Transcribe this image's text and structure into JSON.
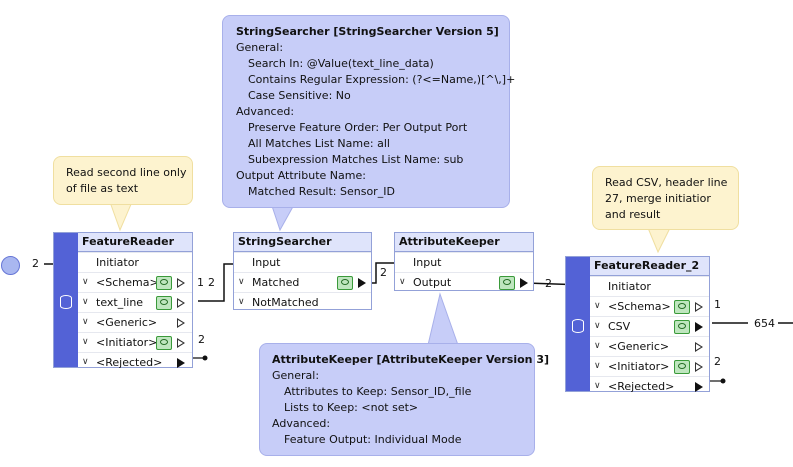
{
  "tooltip_stringsearcher": {
    "title": "StringSearcher [StringSearcher Version 5]",
    "lines": [
      {
        "text": "General:",
        "indent": false
      },
      {
        "text": "Search In: @Value(text_line_data)",
        "indent": true
      },
      {
        "text": "Contains Regular Expression: (?<=Name,)[^\\,]+",
        "indent": true
      },
      {
        "text": "Case Sensitive: No",
        "indent": true
      },
      {
        "text": "Advanced:",
        "indent": false
      },
      {
        "text": "Preserve Feature Order: Per Output Port",
        "indent": true
      },
      {
        "text": "All Matches List Name: all",
        "indent": true
      },
      {
        "text": "Subexpression Matches List Name: sub",
        "indent": true
      },
      {
        "text": "Output Attribute Name:",
        "indent": false
      },
      {
        "text": "Matched Result: Sensor_ID",
        "indent": true
      }
    ]
  },
  "tooltip_attributekeeper": {
    "title": "AttributeKeeper [AttributeKeeper Version 3]",
    "lines": [
      {
        "text": "General:",
        "indent": false
      },
      {
        "text": "Attributes to Keep: Sensor_ID,_file",
        "indent": true
      },
      {
        "text": "Lists to Keep: <not set>",
        "indent": true
      },
      {
        "text": "Advanced:",
        "indent": false
      },
      {
        "text": "Feature Output: Individual Mode",
        "indent": true
      }
    ]
  },
  "note_reader1": {
    "line1": "Read second line only",
    "line2": "of file as text"
  },
  "note_reader2": {
    "line1": "Read CSV, header line",
    "line2": "27, merge initiatior",
    "line3": "and result"
  },
  "creator": {
    "count": "2"
  },
  "featurereader": {
    "title": "FeatureReader",
    "initiator": "Initiator",
    "rows": {
      "schema": "<Schema>",
      "text_line": "text_line",
      "generic": "<Generic>",
      "initiator_out": "<Initiator>",
      "rejected": "<Rejected>"
    }
  },
  "stringsearcher": {
    "title": "StringSearcher",
    "input": "Input",
    "matched": "Matched",
    "notmatched": "NotMatched"
  },
  "attributekeeper": {
    "title": "AttributeKeeper",
    "input": "Input",
    "output": "Output"
  },
  "featurereader2": {
    "title": "FeatureReader_2",
    "initiator": "Initiator",
    "rows": {
      "schema": "<Schema>",
      "csv": "CSV",
      "generic": "<Generic>",
      "initiator_out": "<Initiator>",
      "rejected": "<Rejected>"
    }
  },
  "counts": {
    "fr1_schema": "1",
    "ss_input": "2",
    "fr1_initiator": "2",
    "ss_matched": "2",
    "ak_output": "2",
    "fr2_schema": "1",
    "fr2_csv": "654",
    "fr2_initiator": "2"
  },
  "colors": {
    "reader_stripe": "#5362d6",
    "header_bg": "#dfe4fb",
    "tooltip_blue": "#c7cdf8",
    "note_yellow": "#fdf3cf"
  }
}
